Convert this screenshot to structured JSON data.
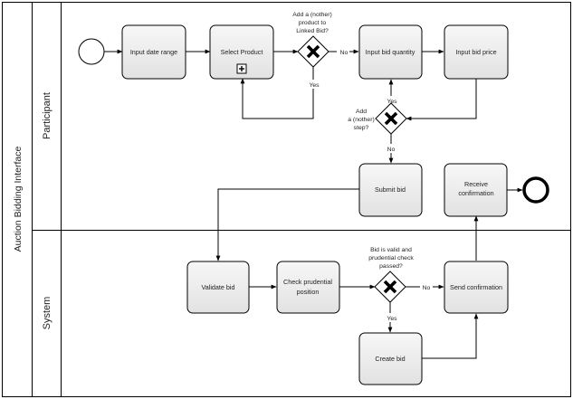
{
  "pool": {
    "title": "Auction Bidding Interface"
  },
  "lanes": [
    {
      "key": "participant",
      "title": "Participant"
    },
    {
      "key": "system",
      "title": "System"
    }
  ],
  "tasks": {
    "input_date_range": "Input date range",
    "select_product": "Select Product",
    "input_bid_quantity": "Input bid quantity",
    "input_bid_price": "Input bid price",
    "submit_bid": "Submit bid",
    "receive_confirmation": [
      "Receive",
      "confirmation"
    ],
    "validate_bid": "Validate bid",
    "check_prudential": [
      "Check prudential",
      "position"
    ],
    "send_confirmation": "Send confirmation",
    "create_bid": "Create bid"
  },
  "gateways": {
    "add_linked_bid": [
      "Add a (nother)",
      "product to",
      "Linked Bid?"
    ],
    "add_step": [
      "Add",
      "a (nother)",
      "step?"
    ],
    "bid_valid": [
      "Bid is valid and",
      "prudential check",
      "passed?"
    ]
  },
  "edge_labels": {
    "no": "No",
    "yes": "Yes"
  },
  "colors": {
    "task_fill": "#ececec",
    "stroke": "#000000",
    "lane_line": "#000000"
  }
}
